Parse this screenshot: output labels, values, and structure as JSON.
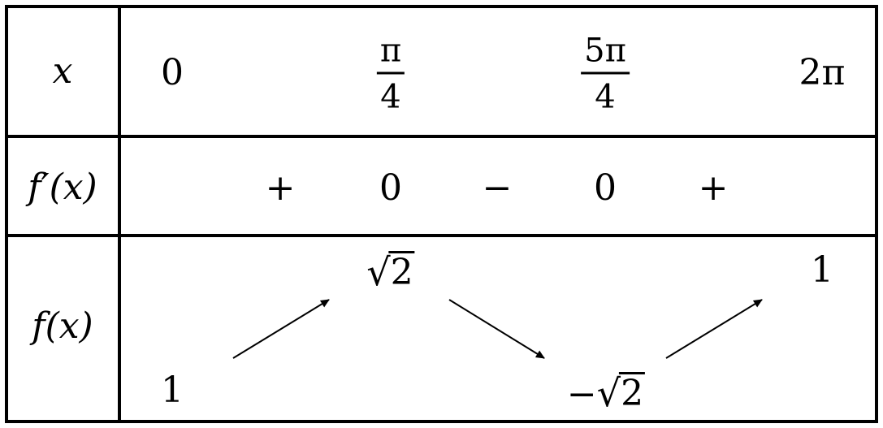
{
  "row_labels": {
    "x": "x",
    "f_prime": "f′(x)",
    "f": "f(x)"
  },
  "x_row": {
    "start": "0",
    "mid1": {
      "numerator": "π",
      "denominator": "4"
    },
    "mid2": {
      "numerator": "5π",
      "denominator": "4"
    },
    "end": "2π"
  },
  "f_prime_row": {
    "sign_1": "+",
    "zero_1": "0",
    "sign_2": "−",
    "zero_2": "0",
    "sign_3": "+"
  },
  "f_row": {
    "start_value": "1",
    "max_value": {
      "prefix": "",
      "radicand": "2"
    },
    "min_value": {
      "prefix": "−",
      "radicand": "2"
    },
    "end_value": "1"
  }
}
